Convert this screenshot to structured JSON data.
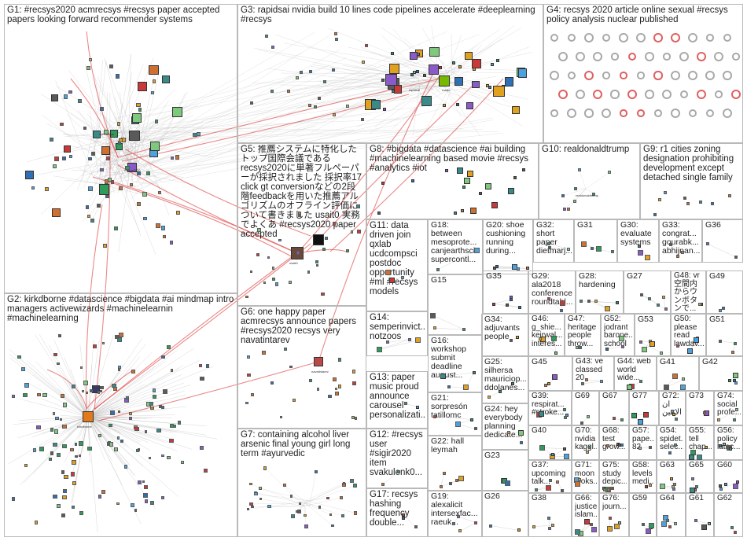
{
  "graph": {
    "groups": [
      {
        "id": "G1",
        "label": "G1: #recsys2020 acmrecsys #recsys paper accepted papers looking forward recommender systems"
      },
      {
        "id": "G2",
        "label": "G2: kirkdborne #datascience #bigdata #ai mindmap intro managers activewizards #machinelearnin #machinelearning"
      },
      {
        "id": "G3",
        "label": "G3: rapidsai nvidia build 10 lines code pipelines accelerate #deeplearning #recsys"
      },
      {
        "id": "G4",
        "label": "G4: recsys 2020 article online sexual #recsys policy analysis nuclear published"
      },
      {
        "id": "G5",
        "label": "G5: 推薦システムに特化したトップ国際会議である recsys2020に単著フルペーパーが採択されました 採択率17 click gt conversionなどの2段階feedbackを用いた推薦アルゴリズムのオフライン評価について書きました usait0 実務でよくあ #recsys2020 paper accepted"
      },
      {
        "id": "G6",
        "label": "G6: one happy paper acmrecsys announce papers #recsys2020 recsys very navatintarev"
      },
      {
        "id": "G7",
        "label": "G7: containing alcohol liver arsenic final young girl long term #ayurvedic"
      },
      {
        "id": "G8",
        "label": "G8: #bigdata #datascience #ai building #machinelearning based movie #recsys #analytics #iot"
      },
      {
        "id": "G9",
        "label": "G9: r1 cities zoning designation prohibiting development except detached single family"
      },
      {
        "id": "G10",
        "label": "G10: realdonaldtrump"
      },
      {
        "id": "G11",
        "label": "G11: data driven join qxlab ucdcompsci postdoc opportunity #ml #recsys models"
      },
      {
        "id": "G12",
        "label": "G12: #recsys user #sigir2020 item svakulenk0..."
      },
      {
        "id": "G13",
        "label": "G13: paper music proud announce carousel personalizati..."
      },
      {
        "id": "G14",
        "label": "G14: semperinvict... notzoos"
      },
      {
        "id": "G15",
        "label": "G15"
      },
      {
        "id": "G16",
        "label": "G16: workshop submit deadline august..."
      },
      {
        "id": "G17",
        "label": "G17: recsys hashing frequency double..."
      },
      {
        "id": "G18",
        "label": "G18: between mesoprote... canjearthsci supercontl..."
      },
      {
        "id": "G19",
        "label": "G19: alexalicit intersexfac... raeuk..."
      },
      {
        "id": "G20",
        "label": "G20: shoe cushioning running during..."
      },
      {
        "id": "G21",
        "label": "G21: sorpresón tatillomc"
      },
      {
        "id": "G22",
        "label": "G22: hall leymah"
      },
      {
        "id": "G23",
        "label": "G23"
      },
      {
        "id": "G24",
        "label": "G24: hey everybody planning dedicate..."
      },
      {
        "id": "G25",
        "label": "G25: silhersa mauriciop... ddolanes..."
      },
      {
        "id": "G26",
        "label": "G26"
      },
      {
        "id": "G27",
        "label": "G27"
      },
      {
        "id": "G28",
        "label": "G28: hardening"
      },
      {
        "id": "G29",
        "label": "G29: ala2018 conference roundtabl..."
      },
      {
        "id": "G30",
        "label": "G30: evaluate systems"
      },
      {
        "id": "G31",
        "label": "G31"
      },
      {
        "id": "G32",
        "label": "G32: short paper dietmarj..."
      },
      {
        "id": "G33",
        "label": "G33: congrat... gourabk... abhijnan..."
      },
      {
        "id": "G34",
        "label": "G34: adjuvants people"
      },
      {
        "id": "G35",
        "label": "G35"
      },
      {
        "id": "G36",
        "label": "G36"
      },
      {
        "id": "G37",
        "label": "G37: upcoming talk..."
      },
      {
        "id": "G38",
        "label": "G38"
      },
      {
        "id": "G39",
        "label": "G39: respirat... #stroke..."
      },
      {
        "id": "G40",
        "label": "G40"
      },
      {
        "id": "G41",
        "label": "G41"
      },
      {
        "id": "G42",
        "label": "G42"
      },
      {
        "id": "G43",
        "label": "G43: ve classed 20"
      },
      {
        "id": "G44",
        "label": "G44: web world wide..."
      },
      {
        "id": "G45",
        "label": "G45"
      },
      {
        "id": "G46",
        "label": "G46: g_shie... keirwal... interes..."
      },
      {
        "id": "G47",
        "label": "G47: heritage people throw..."
      },
      {
        "id": "G48",
        "label": "G48: vr 空間内からウンボタンで..."
      },
      {
        "id": "G49",
        "label": "G49"
      },
      {
        "id": "G50",
        "label": "G50: please read lawdav..."
      },
      {
        "id": "G51",
        "label": "G51"
      },
      {
        "id": "G52",
        "label": "G52: jodrant barone... school"
      },
      {
        "id": "G53",
        "label": "G53"
      },
      {
        "id": "G54",
        "label": "G54: spidet... selec..."
      },
      {
        "id": "G55",
        "label": "G55: tell chap..."
      },
      {
        "id": "G56",
        "label": "G56: policy latec..."
      },
      {
        "id": "G57",
        "label": "G57: pape... 82"
      },
      {
        "id": "G58",
        "label": "G58: levels medi..."
      },
      {
        "id": "G59",
        "label": "G59"
      },
      {
        "id": "G60",
        "label": "G60"
      },
      {
        "id": "G61",
        "label": "G61"
      },
      {
        "id": "G62",
        "label": "G62"
      },
      {
        "id": "G63",
        "label": "G63"
      },
      {
        "id": "G64",
        "label": "G64"
      },
      {
        "id": "G65",
        "label": "G65"
      },
      {
        "id": "G66",
        "label": "G66: justice islam..."
      },
      {
        "id": "G67",
        "label": "G67"
      },
      {
        "id": "G68",
        "label": "G68: test grow..."
      },
      {
        "id": "G69",
        "label": "G69"
      },
      {
        "id": "G70",
        "label": "G70: nvidia kaggl..."
      },
      {
        "id": "G71",
        "label": "G71: moon looks..."
      },
      {
        "id": "G72",
        "label": "G72: ان الاثنين"
      },
      {
        "id": "G73",
        "label": "G73"
      },
      {
        "id": "G74",
        "label": "G74: social profe..."
      },
      {
        "id": "G75",
        "label": "G75: study depic..."
      },
      {
        "id": "G76",
        "label": "G76: journ..."
      },
      {
        "id": "G77",
        "label": "G77"
      }
    ],
    "node_labels": {
      "n1": "recsys2020",
      "n2": "acmrecsys",
      "n3": "kirkdborne",
      "n4": "rapidsai",
      "n5": "nvidia",
      "n6": "usait0",
      "n7": "navatintarev",
      "n8": "realdonaldtrump"
    }
  },
  "colors": {
    "box_border": "#b9b9b9",
    "edge_gray": "#b8b8b8",
    "edge_red": "#e04848",
    "ring": "#a9a9a9",
    "ring_red": "#e06060",
    "node_palette": [
      "#2f6fb3",
      "#4aa3df",
      "#2e9c5a",
      "#e0a020",
      "#c83a3a",
      "#8a5ac8",
      "#3a8a8a",
      "#d07030",
      "#5a5a5a",
      "#7fc97f"
    ]
  }
}
